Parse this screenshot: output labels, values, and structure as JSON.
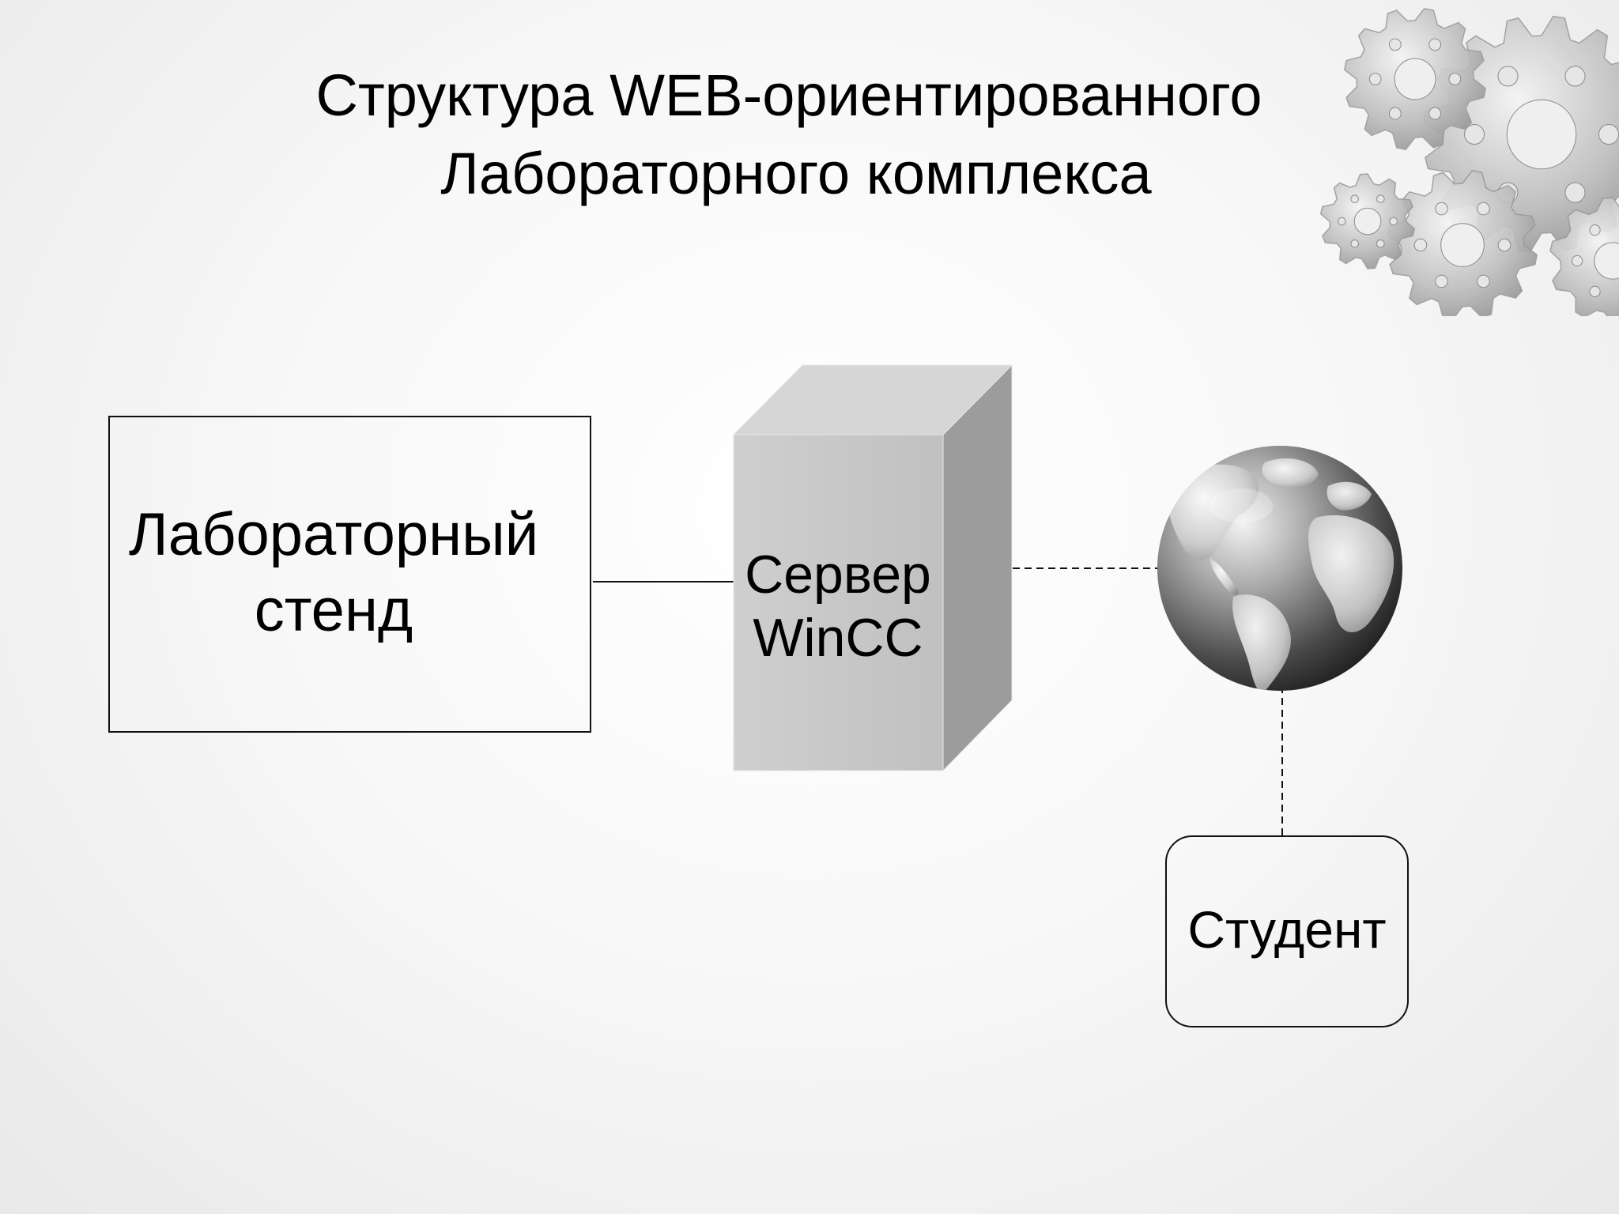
{
  "slide": {
    "title_line_1": "Структура WEB-ориентированного",
    "title_line_2": "Лабораторного комплекса"
  },
  "diagram": {
    "nodes": {
      "stand": {
        "line_1": "Лабораторный",
        "line_2": "стенд"
      },
      "server": {
        "line_1": "Сервер",
        "line_2": "WinCC"
      },
      "internet": {
        "icon": "globe-icon"
      },
      "student": {
        "label": "Студент"
      }
    },
    "edges": [
      {
        "from": "stand",
        "to": "server",
        "style": "solid"
      },
      {
        "from": "server",
        "to": "internet",
        "style": "dashed"
      },
      {
        "from": "internet",
        "to": "student",
        "style": "dashed"
      }
    ]
  },
  "decoration": {
    "icon": "gears-icon"
  },
  "colors": {
    "server_front": "#c8c8c8",
    "server_top": "#d9d9d9",
    "server_side": "#9a9a9a",
    "line": "#111111"
  }
}
